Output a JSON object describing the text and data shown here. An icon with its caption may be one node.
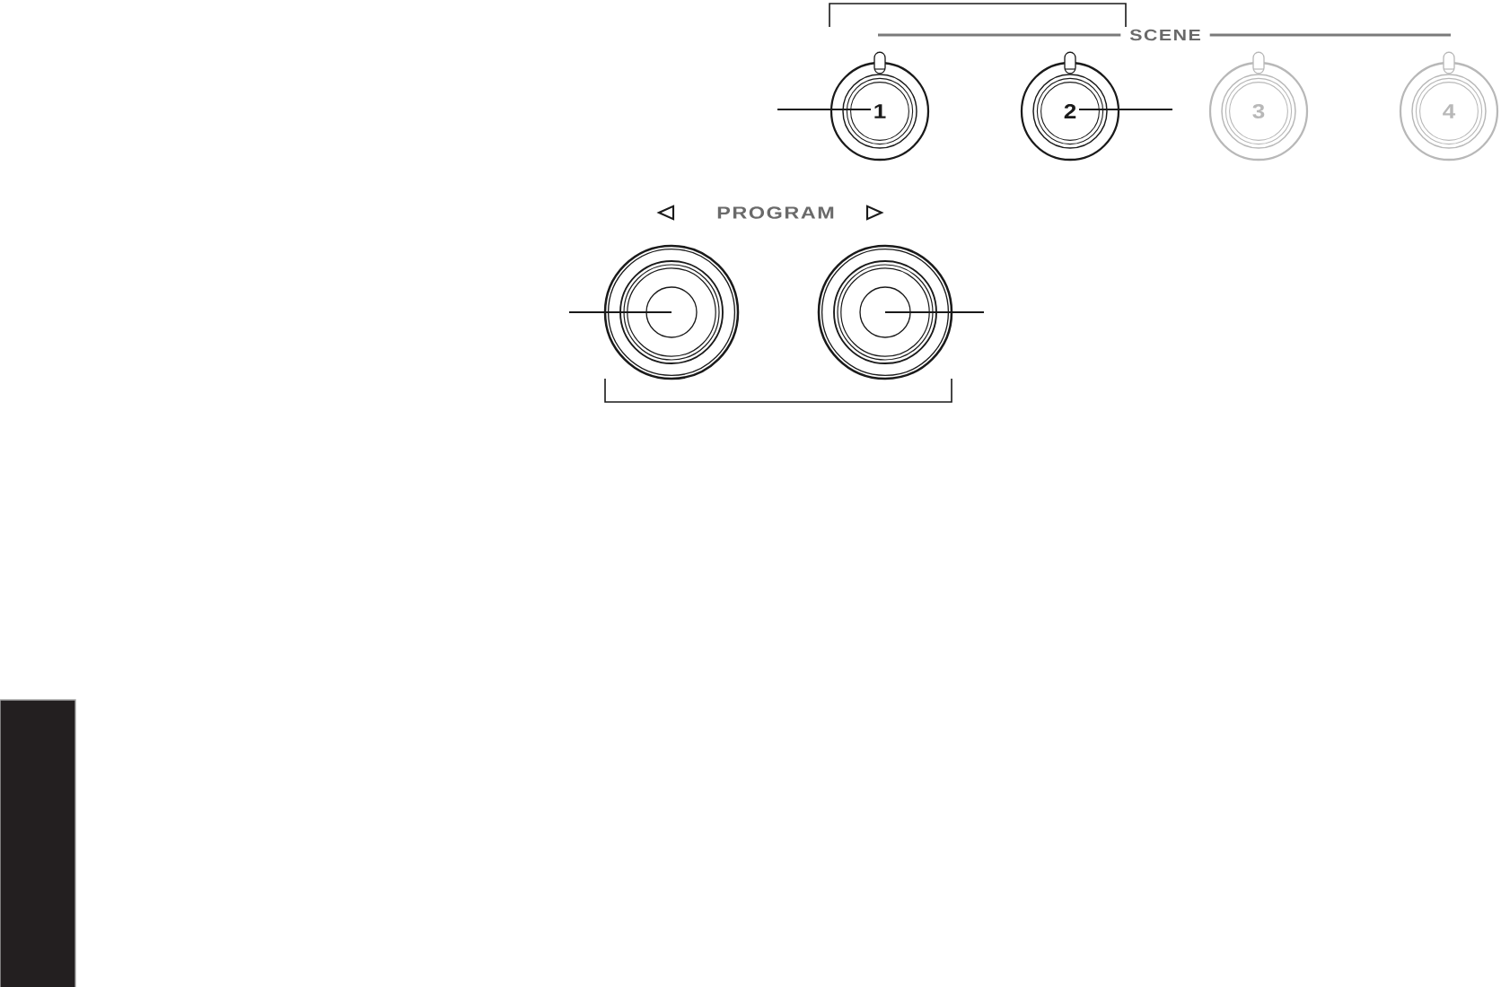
{
  "diagram": {
    "nodes": [
      {
        "text": [
          "1"
        ]
      },
      {
        "text": [
          "2"
        ]
      },
      {
        "text": [
          "3"
        ]
      },
      {
        "text": [
          "4"
        ]
      },
      {
        "text": [],
        "shape": "circle"
      },
      {
        "text": [],
        "shape": "circle"
      }
    ],
    "edges": [
      {
        "from": null,
        "to": 0,
        "arrow": "none"
      },
      {
        "from": null,
        "to": 1,
        "arrow": "none"
      },
      {
        "from": null,
        "to": 4,
        "arrow": "none"
      },
      {
        "from": null,
        "to": 5,
        "arrow": "none"
      }
    ],
    "labels": [
      "SCENE",
      "PROGRAM"
    ]
  }
}
